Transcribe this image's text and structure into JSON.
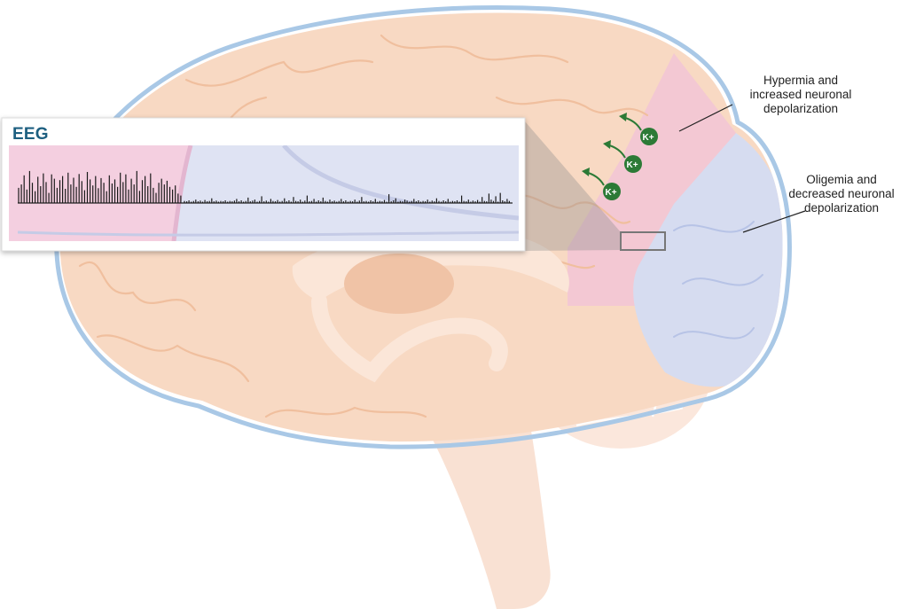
{
  "labels": {
    "hypermia": "Hypermia and\nincreased neuronal\ndepolarization",
    "oligemia": "Oligemia and\ndecreased neuronal\ndepolarization"
  },
  "eeg": {
    "title": "EEG",
    "high_activity_amplitudes": [
      0.45,
      0.55,
      0.82,
      0.4,
      0.95,
      0.6,
      0.35,
      0.78,
      0.5,
      0.88,
      0.62,
      0.3,
      0.85,
      0.72,
      0.45,
      0.68,
      0.8,
      0.42,
      0.9,
      0.55,
      0.75,
      0.48,
      0.86,
      0.65,
      0.38,
      0.92,
      0.7,
      0.52,
      0.8,
      0.44,
      0.74,
      0.6,
      0.35,
      0.82,
      0.58,
      0.7,
      0.48,
      0.9,
      0.62,
      0.85,
      0.4,
      0.72,
      0.55,
      0.95,
      0.36,
      0.68,
      0.8,
      0.5,
      0.88,
      0.45,
      0.3,
      0.6,
      0.72,
      0.55,
      0.66,
      0.48,
      0.4,
      0.52,
      0.28,
      0.22
    ],
    "low_activity_amplitudes": [
      0.06,
      0.05,
      0.08,
      0.04,
      0.06,
      0.1,
      0.05,
      0.07,
      0.04,
      0.09,
      0.05,
      0.06,
      0.14,
      0.05,
      0.07,
      0.04,
      0.06,
      0.05,
      0.08,
      0.04,
      0.06,
      0.05,
      0.07,
      0.12,
      0.05,
      0.08,
      0.04,
      0.06,
      0.16,
      0.05,
      0.07,
      0.1,
      0.04,
      0.06,
      0.2,
      0.05,
      0.07,
      0.04,
      0.12,
      0.06,
      0.05,
      0.09,
      0.04,
      0.06,
      0.14,
      0.05,
      0.08,
      0.04,
      0.18,
      0.06,
      0.05,
      0.1,
      0.04,
      0.07,
      0.22,
      0.05,
      0.06,
      0.12,
      0.04,
      0.08,
      0.05,
      0.16,
      0.06,
      0.04,
      0.1,
      0.05,
      0.07,
      0.04,
      0.06,
      0.12,
      0.05,
      0.08,
      0.04,
      0.06,
      0.05,
      0.1,
      0.04,
      0.07,
      0.18,
      0.05,
      0.06,
      0.04,
      0.08,
      0.05,
      0.12,
      0.04,
      0.06,
      0.05,
      0.09,
      0.04,
      0.26,
      0.05,
      0.08,
      0.14,
      0.04,
      0.06,
      0.05,
      0.1,
      0.07,
      0.04,
      0.06,
      0.12,
      0.05,
      0.08,
      0.04,
      0.06,
      0.05,
      0.1,
      0.04,
      0.07,
      0.05,
      0.14,
      0.06,
      0.04,
      0.08,
      0.05,
      0.12,
      0.04,
      0.06,
      0.05,
      0.08,
      0.04,
      0.22,
      0.06,
      0.05,
      0.1,
      0.04,
      0.07,
      0.05,
      0.09,
      0.04,
      0.18,
      0.06,
      0.05,
      0.28,
      0.1,
      0.06,
      0.2,
      0.04,
      0.3,
      0.08,
      0.05,
      0.12,
      0.06
    ]
  },
  "ions": [
    {
      "label": "K+"
    },
    {
      "label": "K+"
    },
    {
      "label": "K+"
    }
  ],
  "colors": {
    "brain_peach": "#f8d9c3",
    "brain_fold_line": "#f2c2a1",
    "hyperemia_pink": "#f2c4d6",
    "oligemia_blue": "#d6dcf0",
    "meninges_blue": "#9dbfe0",
    "ion_green": "#2c7a36",
    "eeg_pink": "#f4cfe0",
    "eeg_blue": "#dfe3f3",
    "eeg_title": "#1d5f80"
  }
}
